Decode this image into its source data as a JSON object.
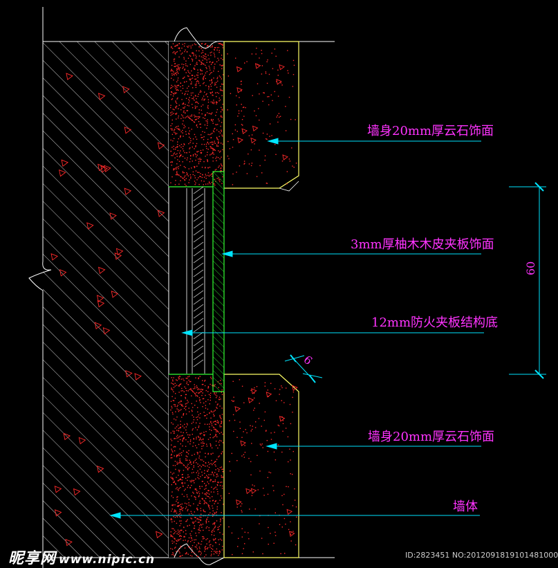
{
  "colors": {
    "background": "#000000",
    "outline": "#ffffff",
    "hatch": "#ffffff",
    "aggregate": "#ff2a2a",
    "stone_outline": "#ffff66",
    "veneer": "#33ff33",
    "leader": "#00e5ff",
    "text": "#ff33ff"
  },
  "callouts": [
    {
      "id": "stone-upper",
      "text": "墙身20mm厚云石饰面"
    },
    {
      "id": "veneer",
      "text": "3mm厚柚木木皮夹板饰面"
    },
    {
      "id": "plywood",
      "text": "12mm防火夹板结构底"
    },
    {
      "id": "stone-lower",
      "text": "墙身20mm厚云石饰面"
    },
    {
      "id": "wall",
      "text": "墙体"
    }
  ],
  "dimensions": {
    "vertical": "60",
    "chamfer": "6"
  },
  "watermark": {
    "logo": "昵享网",
    "url": "www.nipic.cn"
  },
  "image_id": "ID:2823451 NO:20120918191014810000"
}
